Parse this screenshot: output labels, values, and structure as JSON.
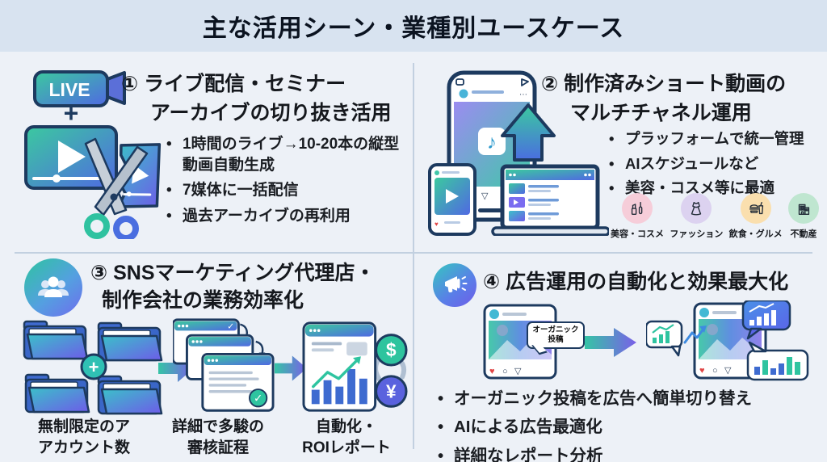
{
  "header": {
    "title": "主な活用シーン・業種別ユースケース"
  },
  "colors": {
    "teal": "#3bc99f",
    "blue": "#4f6ce0",
    "purple": "#6d5ce8",
    "navy_outline": "#1d3a5f",
    "header_bg": "#d8e3f0",
    "body_bg": "#edf1f7",
    "badge_pink": "#f6cdd9",
    "badge_lavender": "#dcd2f0",
    "badge_peach": "#fadfae",
    "badge_mint": "#bfe6d0",
    "check_green": "#2ec4a0",
    "heart_red": "#e04545"
  },
  "icons": {
    "plus": "+",
    "music_note": "♪",
    "check": "✓",
    "heart": "♥",
    "comment": "○",
    "share": "▽",
    "dollar": "$",
    "yen": "¥",
    "ellipsis": "⋯"
  },
  "q1": {
    "live_label": "LIVE",
    "title_line1": "① ライブ配信・セミナー",
    "title_line2": "アーカイブの切り抜き活用",
    "bullets": [
      "1時間のライブ→10-20本の縦型動画自動生成",
      "7媒体に一括配信",
      "過去アーカイブの再利用"
    ]
  },
  "q2": {
    "title_line1": "② 制作済みショート動画の",
    "title_line2": "マルチチャネル運用",
    "bullets": [
      "プラッフォームで統一管理",
      "AIスケジュールなど",
      "美容・コスメ等に最適"
    ],
    "badges": [
      {
        "label": "美容・コスメ"
      },
      {
        "label": "ファッション"
      },
      {
        "label": "飲食・グルメ"
      },
      {
        "label": "不動産"
      }
    ]
  },
  "q3": {
    "title_line1": "③ SNSマーケティング代理店・",
    "title_line2": "制作会社の業務効率化",
    "steps": [
      {
        "label": "無制限定のア\nアカウント数"
      },
      {
        "label": "詳細で多駿の\n審核証程"
      },
      {
        "label": "自動化・\nROIレポート"
      }
    ]
  },
  "q4": {
    "title": "④ 広告運用の自動化と効果最大化",
    "bubble_label": "オーガニック\n投稿",
    "bullets": [
      "オーガニック投稿を広告へ簡単切り替え",
      "AIによる広告最適化",
      "詳細なレポート分析"
    ]
  }
}
